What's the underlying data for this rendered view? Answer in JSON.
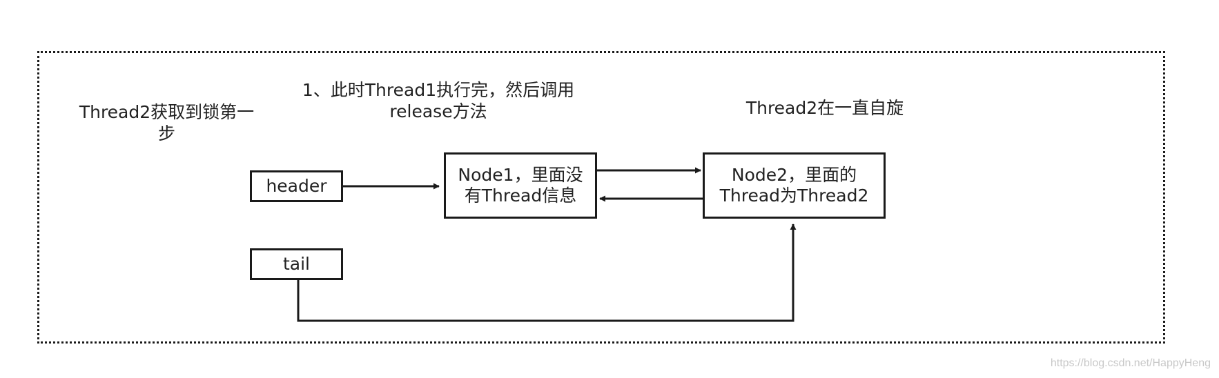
{
  "diagram": {
    "step_label": "Thread2获取到锁第一步",
    "release_note": "1、此时Thread1执行完，然后调用release方法",
    "spin_note": "Thread2在一直自旋",
    "nodes": {
      "header": "header",
      "tail": "tail",
      "node1": "Node1，里面没有Thread信息",
      "node2": "Node2，里面的Thread为Thread2"
    },
    "edges": [
      {
        "from": "header",
        "to": "node1"
      },
      {
        "from": "node1",
        "to": "node2"
      },
      {
        "from": "node2",
        "to": "node1"
      },
      {
        "from": "tail",
        "to": "node2"
      }
    ],
    "colors": {
      "stroke": "#1a1a1a",
      "text": "#222222",
      "watermark": "#c8c8c8"
    }
  },
  "watermark": "https://blog.csdn.net/HappyHeng"
}
